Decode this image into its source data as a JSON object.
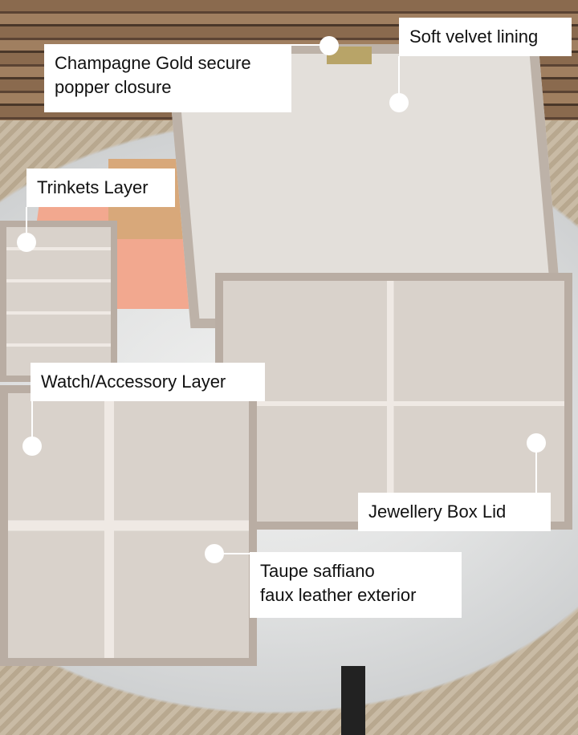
{
  "callouts": {
    "closure": {
      "line1": "Champagne Gold secure",
      "line2": "popper closure"
    },
    "lining": "Soft velvet lining",
    "trinkets": "Trinkets Layer",
    "watch": "Watch/Accessory Layer",
    "lid": "Jewellery Box Lid",
    "exterior": {
      "line1": "Taupe saffiano",
      "line2": "faux leather exterior"
    }
  },
  "colors": {
    "label_bg": "#ffffff",
    "label_text": "#111111",
    "taupe": "#b9ada3",
    "gold": "#b8a468"
  }
}
